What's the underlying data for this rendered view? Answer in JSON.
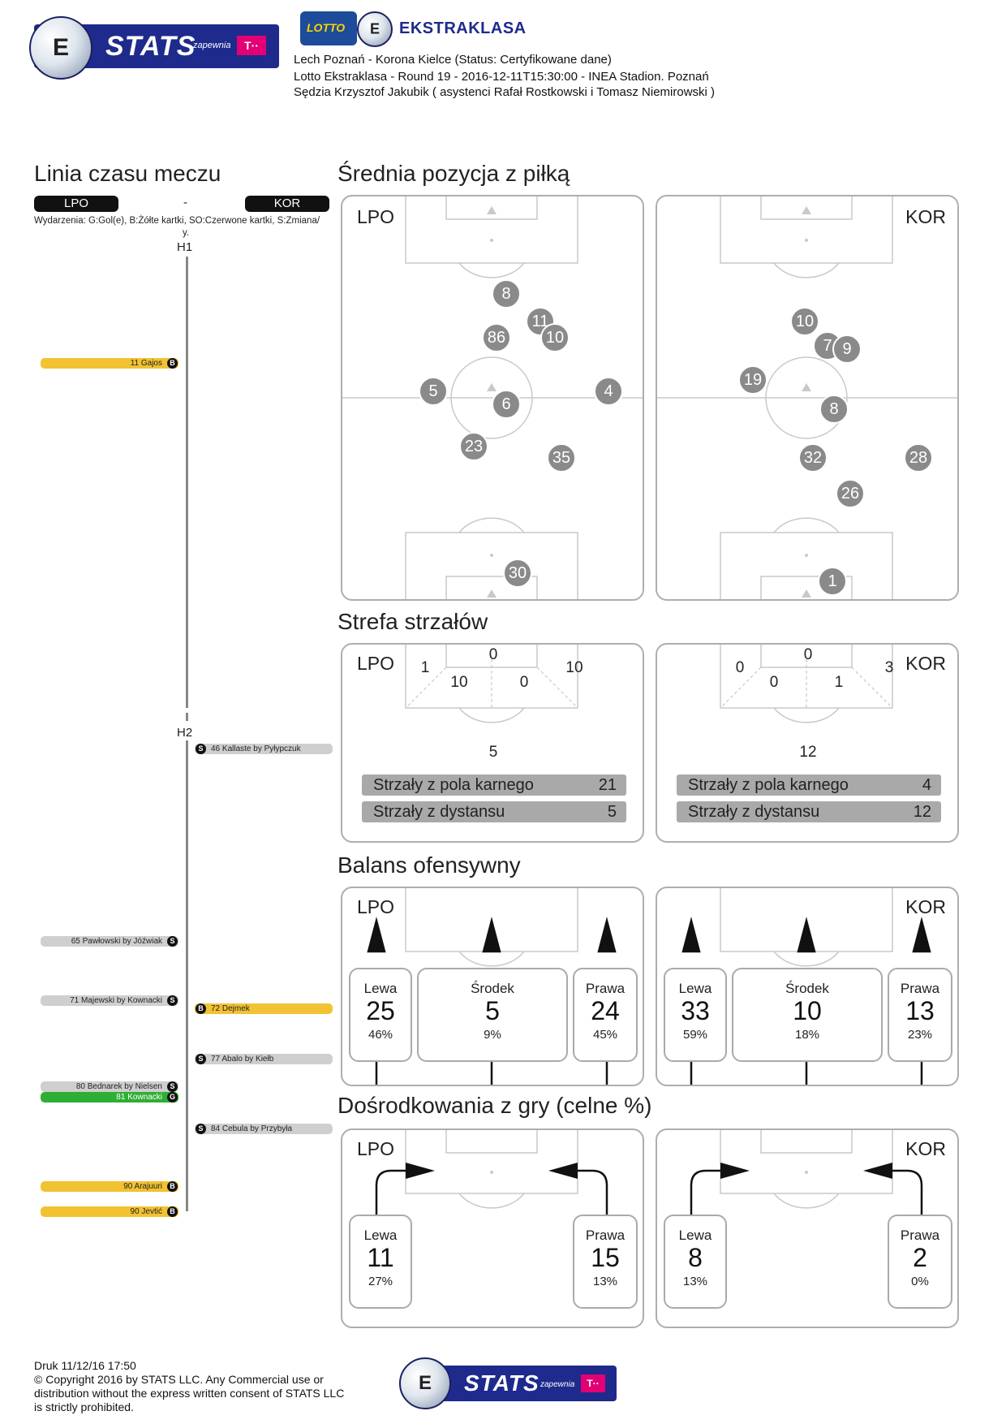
{
  "header": {
    "brand": "STATS",
    "brand_sub": "zapewnia",
    "brand_t": "T··",
    "lotto": "LOTTO",
    "league": "EKSTRAKLASA",
    "line1": "Lech Poznań - Korona Kielce (Status: Certyfikowane dane)",
    "line2": "Lotto Ekstraklasa - Round 19 - 2016-12-11T15:30:00 - INEA Stadion. Poznań",
    "line3": "Sędzia Krzysztof Jakubik ( asystenci Rafał Rostkowski i Tomasz Niemirowski )"
  },
  "timeline": {
    "title": "Linia czasu meczu",
    "home": "LPO",
    "dash": "-",
    "away": "KOR",
    "legend": "Wydarzenia: G:Gol(e), B:Żółte kartki, SO:Czerwone kartki, S:Zmiana/",
    "legend2": "y.",
    "h1": "H1",
    "h2": "H2",
    "events": [
      {
        "text": "11 Gajos",
        "badge": "B"
      },
      {
        "text": "46 Kallaste by Pyłypczuk",
        "badge": "S"
      },
      {
        "text": "65 Pawłowski by Jóźwiak",
        "badge": "S"
      },
      {
        "text": "71 Majewski by Kownacki",
        "badge": "S"
      },
      {
        "text": "72 Dejmek",
        "badge": "B"
      },
      {
        "text": "77 Abalo by Kiełb",
        "badge": "S"
      },
      {
        "text": "80 Bednarek by Nielsen",
        "badge": "S"
      },
      {
        "text": "81 Kownacki",
        "badge": "G"
      },
      {
        "text": "84 Cebula by Przybyła",
        "badge": "S"
      },
      {
        "text": "90 Arajuuri",
        "badge": "B"
      },
      {
        "text": "90 Jevtić",
        "badge": "B"
      }
    ]
  },
  "avg_position": {
    "title": "Średnia pozycja z piłką",
    "home": {
      "label": "LPO",
      "players": [
        "8",
        "11",
        "10",
        "86",
        "5",
        "4",
        "6",
        "23",
        "35",
        "30"
      ]
    },
    "away": {
      "label": "KOR",
      "players": [
        "10",
        "7",
        "9",
        "19",
        "8",
        "32",
        "28",
        "26",
        "1"
      ]
    }
  },
  "shot_zone": {
    "title": "Strefa strzałów",
    "home": {
      "label": "LPO",
      "z_top": "0",
      "z_left_out": "1",
      "z_left_in": "10",
      "z_right_in": "0",
      "z_right_out": "10",
      "outside": "5",
      "box_label": "Strzały z pola karnego",
      "box_val": "21",
      "dist_label": "Strzały z dystansu",
      "dist_val": "5"
    },
    "away": {
      "label": "KOR",
      "z_top": "0",
      "z_left_out": "0",
      "z_left_in": "0",
      "z_right_in": "1",
      "z_right_out": "3",
      "outside": "12",
      "box_label": "Strzały z pola karnego",
      "box_val": "4",
      "dist_label": "Strzały z dystansu",
      "dist_val": "12"
    }
  },
  "attack_balance": {
    "title": "Balans ofensywny",
    "home": {
      "label": "LPO",
      "left": {
        "name": "Lewa",
        "val": "25",
        "pct": "46%"
      },
      "center": {
        "name": "Środek",
        "val": "5",
        "pct": "9%"
      },
      "right": {
        "name": "Prawa",
        "val": "24",
        "pct": "45%"
      }
    },
    "away": {
      "label": "KOR",
      "left": {
        "name": "Lewa",
        "val": "33",
        "pct": "59%"
      },
      "center": {
        "name": "Środek",
        "val": "10",
        "pct": "18%"
      },
      "right": {
        "name": "Prawa",
        "val": "13",
        "pct": "23%"
      }
    }
  },
  "crosses": {
    "title": "Dośrodkowania z gry (celne %)",
    "home": {
      "label": "LPO",
      "left": {
        "name": "Lewa",
        "val": "11",
        "pct": "27%"
      },
      "right": {
        "name": "Prawa",
        "val": "15",
        "pct": "13%"
      }
    },
    "away": {
      "label": "KOR",
      "left": {
        "name": "Lewa",
        "val": "8",
        "pct": "13%"
      },
      "right": {
        "name": "Prawa",
        "val": "2",
        "pct": "0%"
      }
    }
  },
  "footer": {
    "print": "Druk 11/12/16 17:50",
    "copy1": "© Copyright 2016 by STATS LLC. Any Commercial use or",
    "copy2": "distribution without the express written consent of STATS LLC",
    "copy3": "is strictly prohibited."
  },
  "colors": {
    "yellow_card": "#f1c232",
    "goal": "#2fae35",
    "sub": "#cfcfcf",
    "player": "#8a8a8a",
    "brand": "#1e2a8c",
    "magenta": "#e20074"
  }
}
